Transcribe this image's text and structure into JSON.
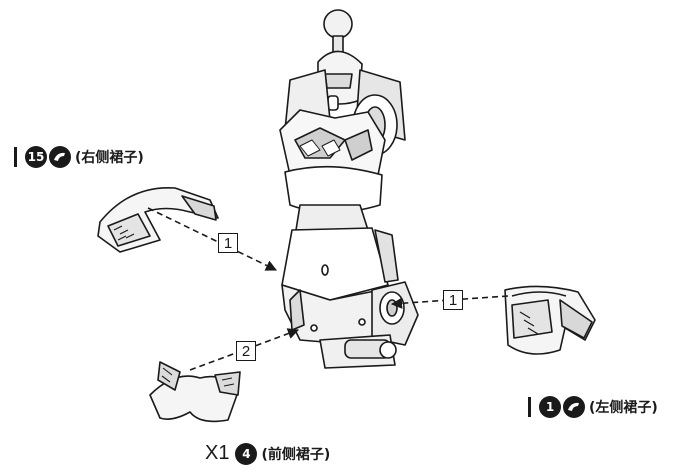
{
  "parts": {
    "right_skirt": {
      "number": "15",
      "name": "(右侧裙子)"
    },
    "left_skirt": {
      "number": "1",
      "name": "(左侧裙子)"
    },
    "front_skirt": {
      "quantity": "X1",
      "number": "4",
      "name": "(前侧裙子)"
    }
  },
  "steps": {
    "right_skirt_step": "1",
    "left_skirt_step": "1",
    "front_skirt_step": "2"
  },
  "icons": {
    "cut": "part-cut-icon"
  }
}
